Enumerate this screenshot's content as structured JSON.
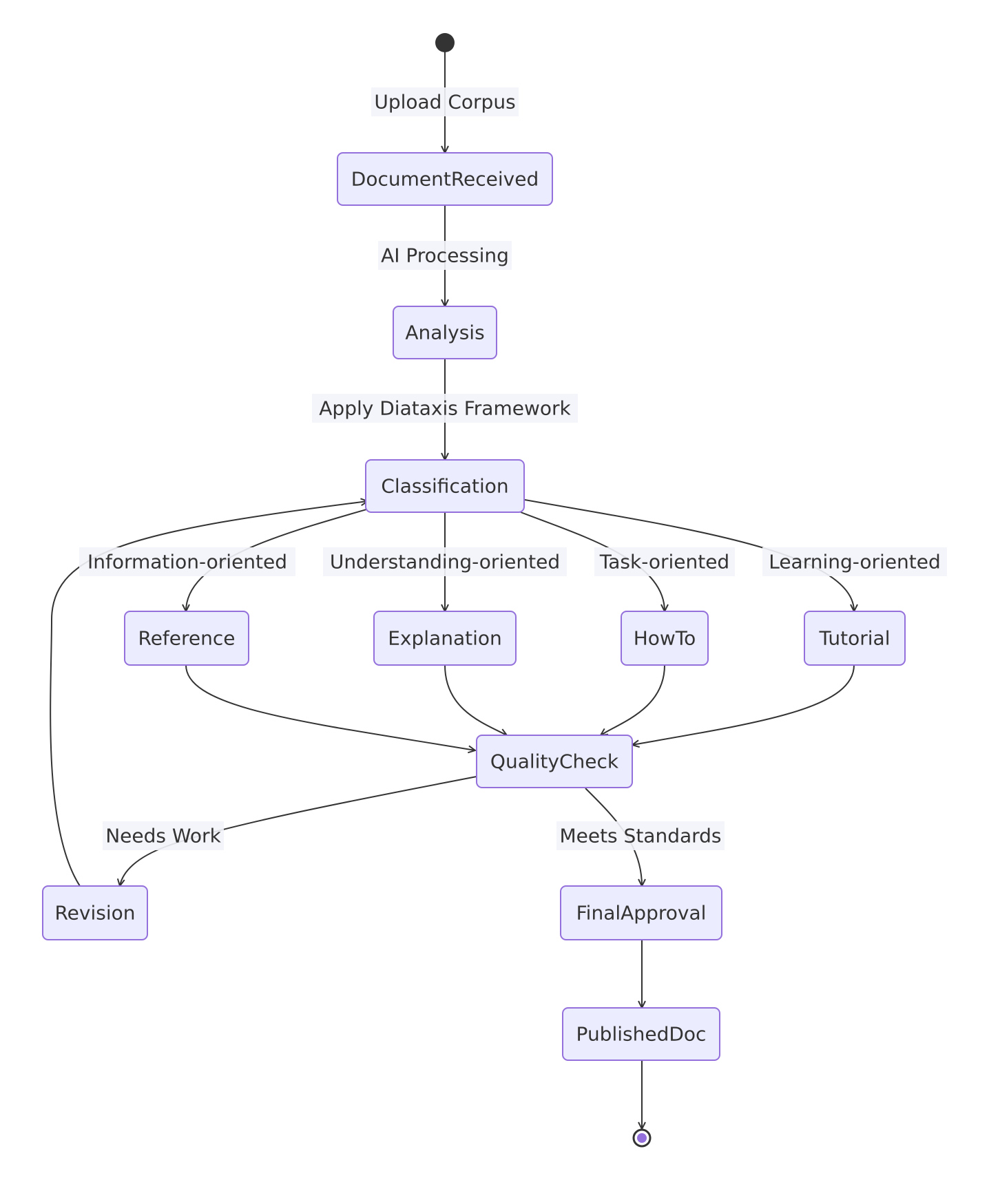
{
  "diagram": {
    "colors": {
      "node_fill": "#ECECFF",
      "node_stroke": "#9370DB",
      "edge": "#333333",
      "label_bg": "#F3F3FB",
      "end_fill": "#9370DB"
    },
    "nodes": {
      "document_received": "DocumentReceived",
      "analysis": "Analysis",
      "classification": "Classification",
      "reference": "Reference",
      "explanation": "Explanation",
      "howto": "HowTo",
      "tutorial": "Tutorial",
      "quality_check": "QualityCheck",
      "revision": "Revision",
      "final_approval": "FinalApproval",
      "published_doc": "PublishedDoc"
    },
    "edges": {
      "upload_corpus": "Upload Corpus",
      "ai_processing": "AI Processing",
      "apply_diataxis": "Apply Diataxis Framework",
      "information_oriented": "Information-oriented",
      "understanding_oriented": "Understanding-oriented",
      "task_oriented": "Task-oriented",
      "learning_oriented": "Learning-oriented",
      "needs_work": "Needs Work",
      "meets_standards": "Meets Standards"
    }
  }
}
